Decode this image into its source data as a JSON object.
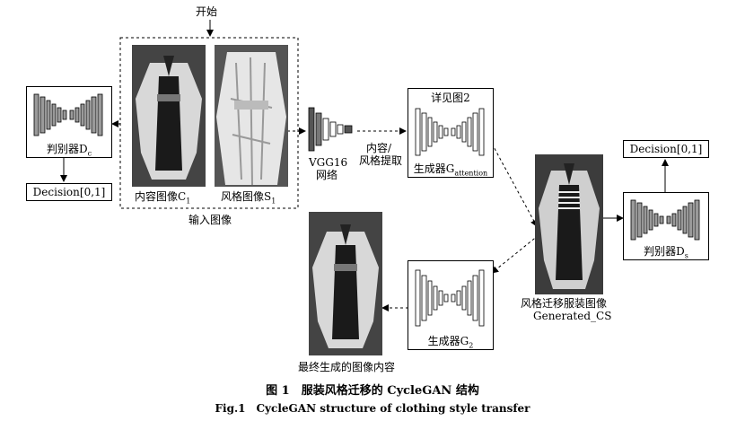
{
  "labels": {
    "start": "开始",
    "discriminator_c": "判别器D",
    "discriminator_c_sub": "c",
    "decision_left": "Decision[0,1]",
    "content_image": "内容图像C",
    "content_image_sub": "1",
    "style_image": "风格图像S",
    "style_image_sub": "1",
    "input_images": "输入图像",
    "vgg_line1": "VGG16",
    "vgg_line2": "网络",
    "extract_line1": "内容/",
    "extract_line2": "风格提取",
    "see_fig2": "详见图2",
    "generator_attention": "生成器G",
    "generator_attention_sub": "attention",
    "generated_line1": "风格迁移服装图像",
    "generated_line2": "Generated_CS",
    "decision_right": "Decision[0,1]",
    "discriminator_s": "判别器D",
    "discriminator_s_sub": "s",
    "generator_2": "生成器G",
    "generator_2_sub": "2",
    "final_output": "最终生成的图像内容"
  },
  "caption": {
    "cn": "图 1　服装风格迁移的 CycleGAN 结构",
    "en": "Fig.1　CycleGAN structure of clothing style transfer"
  },
  "colors": {
    "photo_bg": "#3a3a3a",
    "garment_light": "#d8d8d8",
    "garment_dark": "#1a1a1a",
    "layer_fill": "#9a9a9a"
  }
}
